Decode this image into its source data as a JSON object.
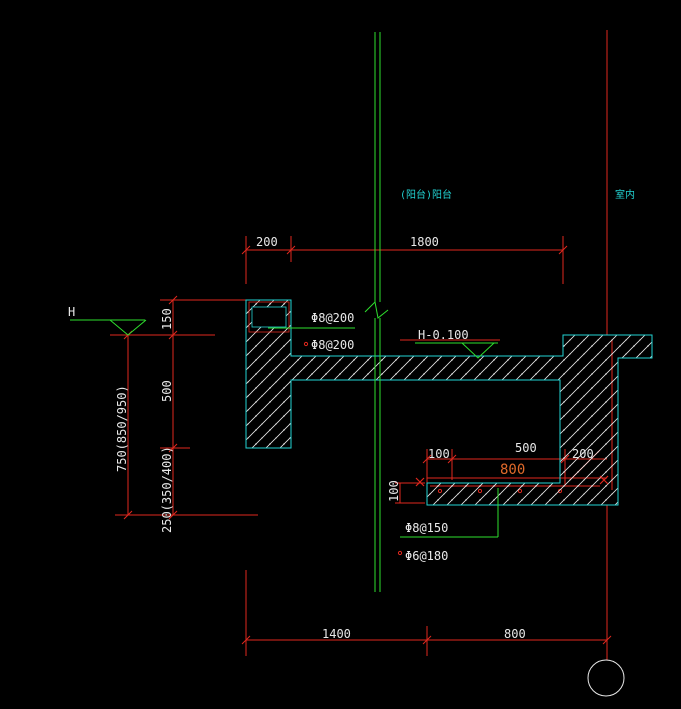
{
  "labels": {
    "balcony": "(阳台)阳台",
    "indoor": "室内",
    "level_h": "H",
    "level_h_minus": "H-0.100",
    "rebar_top_1": "Φ8@200",
    "rebar_top_2": "Φ8@200",
    "rebar_bottom_1": "Φ8@150",
    "rebar_bottom_2": "Φ6@180"
  },
  "dimensions": {
    "top_left": "200",
    "top_right": "1800",
    "bottom_left": "1400",
    "bottom_right": "800",
    "left_150": "150",
    "left_500": "500",
    "left_750": "750(850/950)",
    "left_250": "250(350/400)",
    "step_100_left": "100",
    "step_500": "500",
    "step_200": "200",
    "step_800": "800",
    "step_100_vert": "100"
  },
  "colors": {
    "background": "#000000",
    "dim_red": "#e0281e",
    "outline_cyan": "#22d3d3",
    "leader_green": "#2ee02e",
    "text_white": "#e8e8e8",
    "text_orange": "#e06a2a"
  }
}
